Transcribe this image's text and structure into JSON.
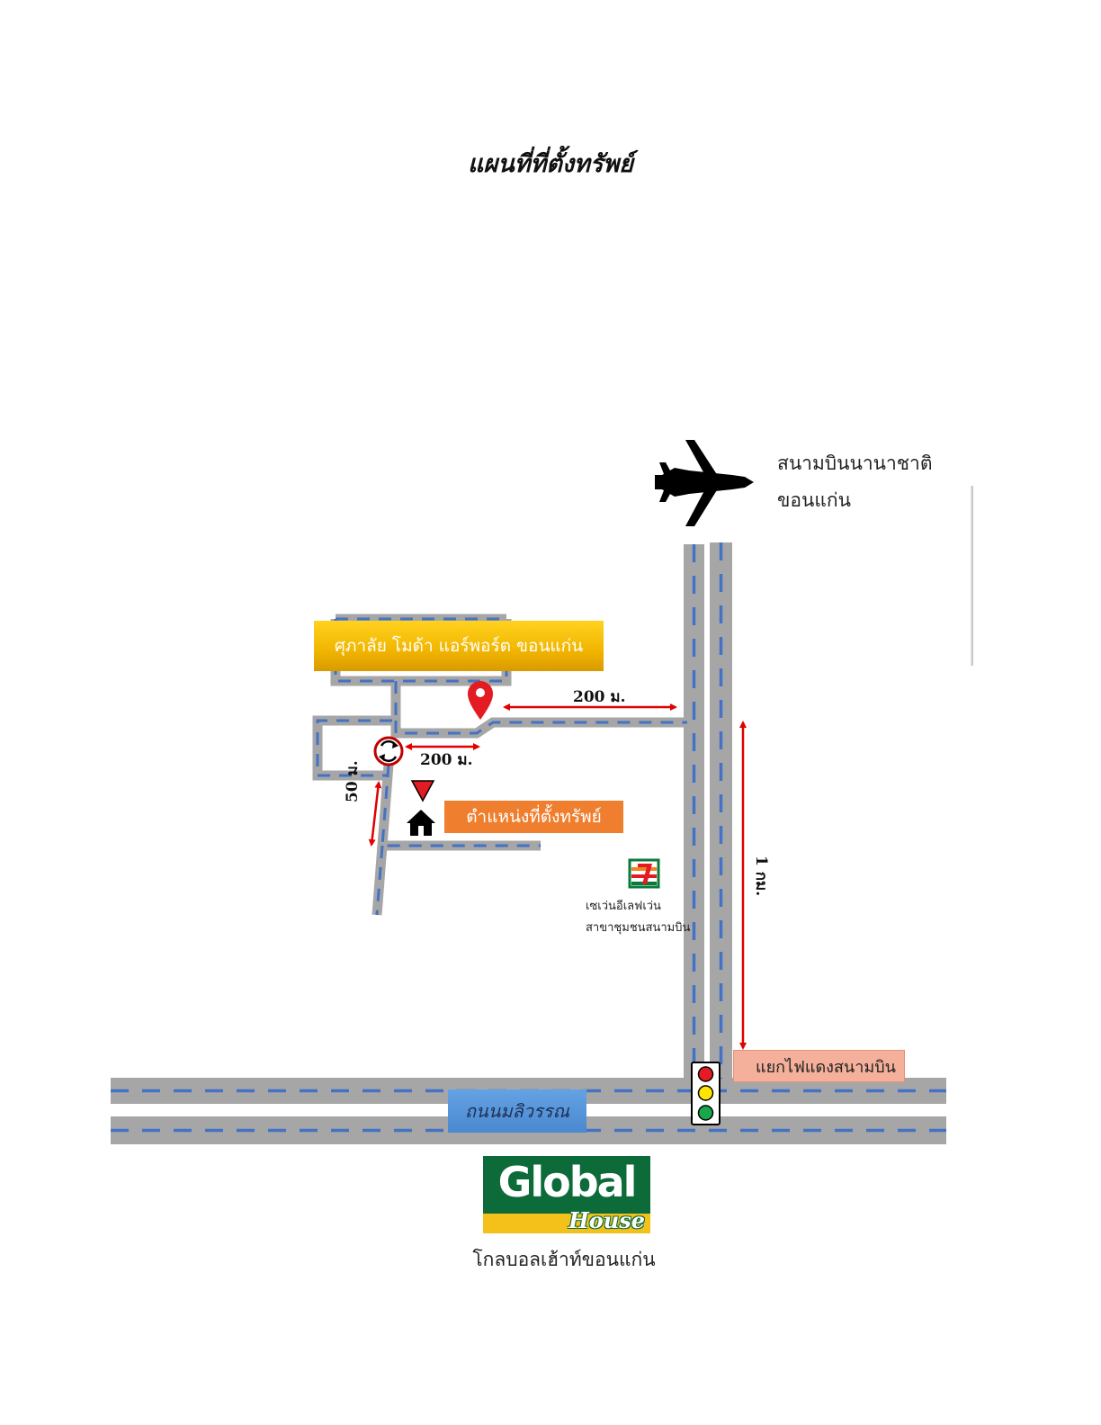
{
  "title": "แผนที่ที่ตั้งทรัพย์",
  "airport": {
    "line1": "สนามบินนานาชาติ",
    "line2": "ขอนแก่น",
    "icon": "airplane-icon"
  },
  "village_label": "ศุภาลัย โมด้า แอร์พอร์ต ขอนแก่น",
  "property_label": "ตำแหน่งที่ตั้งทรัพย์",
  "distances": {
    "to_main_road": "200 ม.",
    "from_roundabout": "200 ม.",
    "side_soi": "50 ม.",
    "to_junction": "1 กม."
  },
  "seven_eleven": {
    "line1": "เซเว่นอีเลฟเว่น",
    "line2": "สาขาชุมชนสนามบิน",
    "icon": "seven-eleven-logo-icon"
  },
  "junction_label": "แยกไฟแดงสนามบิน",
  "road_label": "ถนนมลิวรรณ",
  "store": {
    "logo_word": "Global",
    "logo_sub": "House",
    "name": "โกลบอลเฮ้าท์ขอนแก่น"
  },
  "colors": {
    "road": "#a6a6a6",
    "lane_dash": "#4472c4",
    "arrow": "#e00000",
    "pin": "#e31b23",
    "village_box": "#f1b500",
    "property_box": "#ef7f2e",
    "road_box": "#5b9bd5",
    "junction_box": "#f4b09a"
  }
}
